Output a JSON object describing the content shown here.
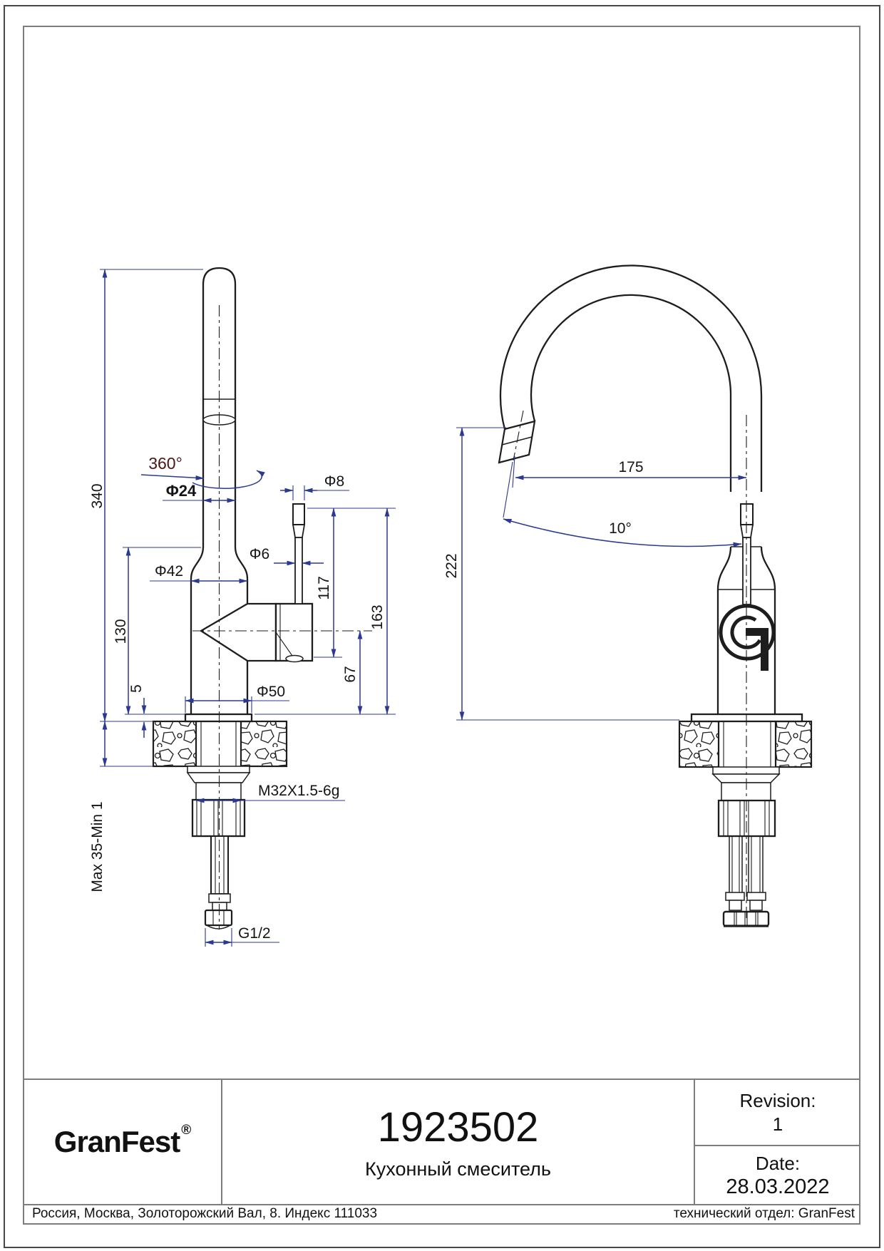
{
  "colors": {
    "dimension_blue": "#2b3990",
    "line_black": "#1d1d1d",
    "angle_maroon": "#4b1616"
  },
  "front_view": {
    "total_height": "340",
    "swivel_angle": "360°",
    "spout_diameter": "Φ24",
    "body_diameter": "Φ42",
    "body_height": "130",
    "flange_thickness": "5",
    "base_diameter": "Φ50",
    "deck_thickness_range": "Max 35-Min 1",
    "mount_thread": "M32X1.5-6g",
    "hose_thread": "G1/2",
    "lever_tip_diameter": "Φ8",
    "lever_rod_diameter": "Φ6",
    "lever_top_height": "117",
    "outlet_height": "163",
    "lever_axis_height": "67"
  },
  "side_view": {
    "spout_reach": "175",
    "spray_angle": "10°",
    "outlet_clearance": "222"
  },
  "title_block": {
    "brand": "GranFest",
    "registered_mark": "®",
    "part_number": "1923502",
    "product_name": "Кухонный смеситель",
    "revision_label": "Revision:",
    "revision_value": "1",
    "date_label": "Date:",
    "date_value": "28.03.2022"
  },
  "footer": {
    "address": "Россия, Москва, Золоторожский Вал, 8. Индекс 111033",
    "department": "технический отдел: GranFest"
  }
}
